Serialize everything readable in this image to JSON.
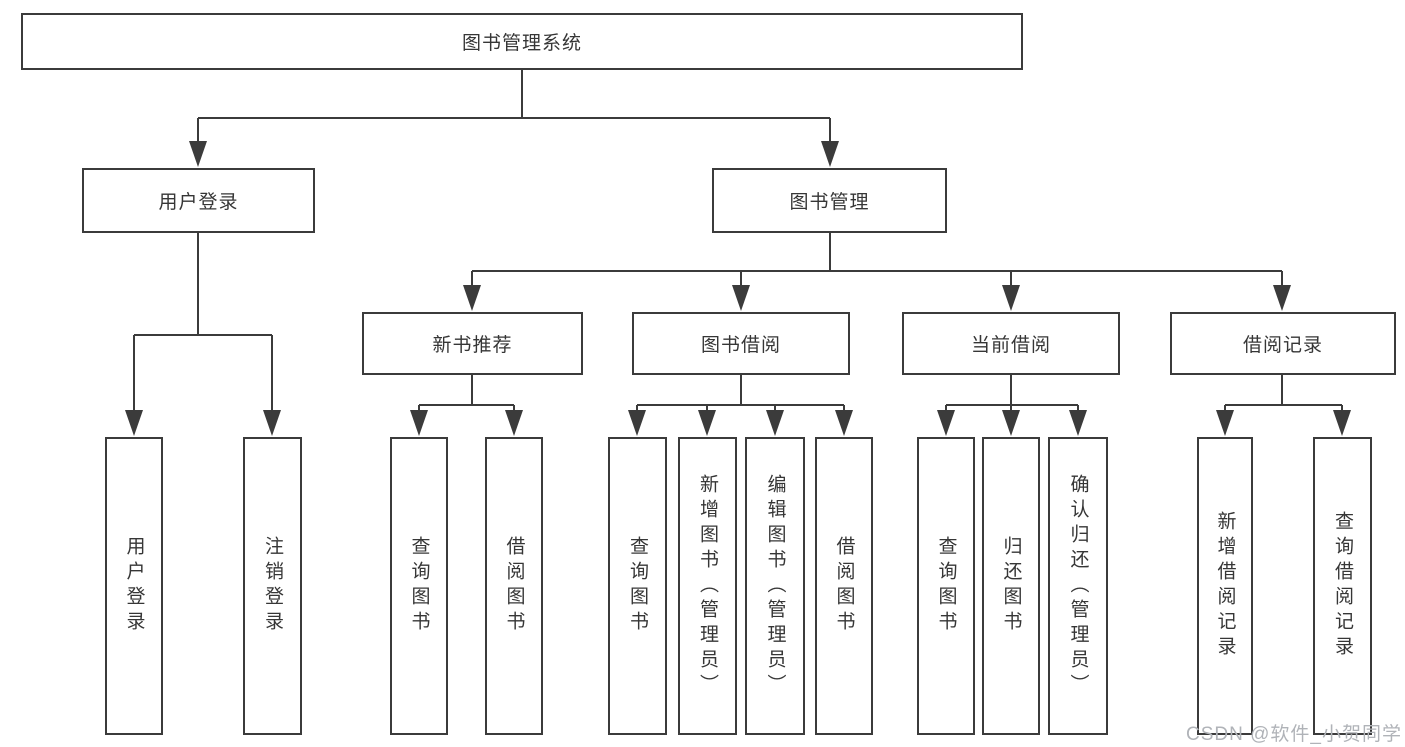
{
  "diagram": {
    "type": "hierarchy-flowchart",
    "colors": {
      "line": "#3b3b3b",
      "box_border": "#3b3b3b",
      "box_fill": "#ffffff",
      "text": "#363636",
      "watermark": "#b0b3b8"
    },
    "tree": {
      "label": "图书管理系统",
      "children": [
        {
          "label": "用户登录",
          "children": [
            {
              "label": "用户登录"
            },
            {
              "label": "注销登录"
            }
          ]
        },
        {
          "label": "图书管理",
          "children": [
            {
              "label": "新书推荐",
              "children": [
                {
                  "label": "查询图书"
                },
                {
                  "label": "借阅图书"
                }
              ]
            },
            {
              "label": "图书借阅",
              "children": [
                {
                  "label": "查询图书"
                },
                {
                  "label": "新增图书（管理员）"
                },
                {
                  "label": "编辑图书（管理员）"
                },
                {
                  "label": "借阅图书"
                }
              ]
            },
            {
              "label": "当前借阅",
              "children": [
                {
                  "label": "查询图书"
                },
                {
                  "label": "归还图书"
                },
                {
                  "label": "确认归还（管理员）"
                }
              ]
            },
            {
              "label": "借阅记录",
              "children": [
                {
                  "label": "新增借阅记录"
                },
                {
                  "label": "查询借阅记录"
                }
              ]
            }
          ]
        }
      ]
    },
    "watermark": "CSDN @软件_小贺同学"
  }
}
